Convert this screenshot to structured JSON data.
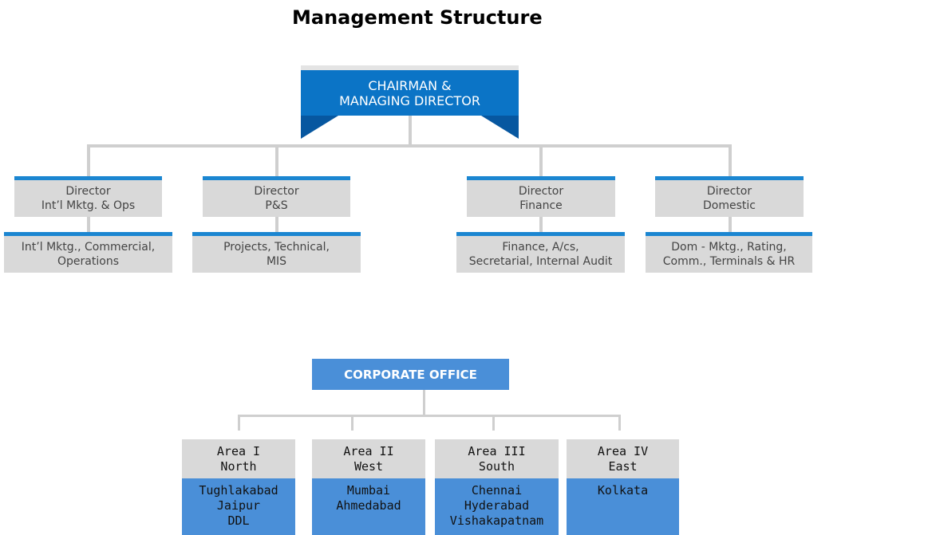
{
  "title": "Management Structure",
  "chairman": {
    "line1": "CHAIRMAN &",
    "line2": "MANAGING DIRECTOR"
  },
  "directors": [
    {
      "title": "Director",
      "portfolio": "Int’l Mktg. & Ops",
      "functions": [
        "Int’l Mktg., Commercial,",
        "Operations"
      ]
    },
    {
      "title": "Director",
      "portfolio": "P&S",
      "functions": [
        "Projects, Technical,",
        "MIS"
      ]
    },
    {
      "title": "Director",
      "portfolio": "Finance",
      "functions": [
        "Finance, A/cs,",
        "Secretarial, Internal Audit"
      ]
    },
    {
      "title": "Director",
      "portfolio": "Domestic",
      "functions": [
        "Dom - Mktg., Rating,",
        "Comm., Terminals & HR"
      ]
    }
  ],
  "corporate_office": "CORPORATE OFFICE",
  "areas": [
    {
      "name": "Area I",
      "region": "North",
      "offices": [
        "Tughlakabad",
        "Jaipur",
        "DDL"
      ]
    },
    {
      "name": "Area II",
      "region": "West",
      "offices": [
        "Mumbai",
        "Ahmedabad"
      ]
    },
    {
      "name": "Area III",
      "region": "South",
      "offices": [
        "Chennai",
        "Hyderabad",
        "Vishakapatnam"
      ]
    },
    {
      "name": "Area IV",
      "region": "East",
      "offices": [
        "Kolkata"
      ]
    }
  ],
  "colors": {
    "chairman_blue": "#0b74c6",
    "ribbon_blue": "#0757a0",
    "accent_blue": "#1b86d1",
    "office_blue": "#4a8fd8",
    "box_grey": "#d9d9d9",
    "connector_grey": "#cfcfcf"
  }
}
